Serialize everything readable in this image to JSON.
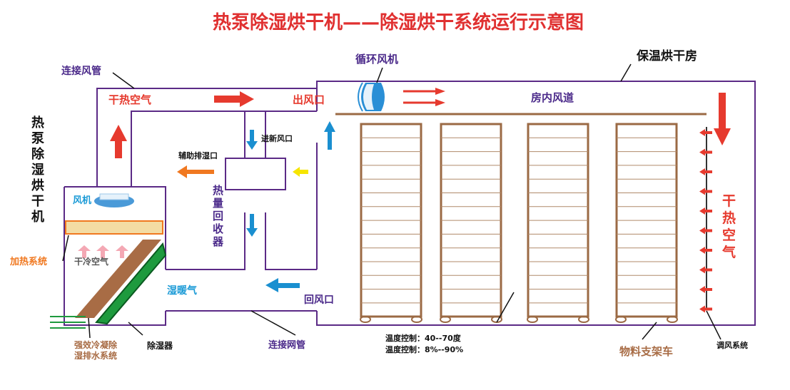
{
  "title": "热泵除湿烘干机——除湿烘干系统运行示意图",
  "labels": {
    "connect_duct": "连接风管",
    "dry_hot_air_top": "干热空气",
    "outlet": "出风口",
    "circ_fan": "循环风机",
    "insulated_room": "保温烘干房",
    "room_duct": "房内风道",
    "heat_pump_machine": "热泵除湿烘干机",
    "fresh_inlet": "进新风口",
    "aux_exhaust": "辅助排湿口",
    "heat_recovery": "热量回收器",
    "fan": "风机",
    "heating_system": "加热系统",
    "dry_cold_air": "干冷空气",
    "humid_warm_air": "湿暖气",
    "return_outlet": "回风口",
    "dehumidifier": "除湿器",
    "condense_drain": "强效冷凝除湿排水系统",
    "connect_net_duct": "连接网管",
    "temp_control": "温度控制：40--70度",
    "humidity_control": "温度控制：8%--90%",
    "material_cart": "物料支架车",
    "air_adjust": "调风系统",
    "dry_hot_air_right": "干热空气"
  },
  "colors": {
    "title": "#e03030",
    "duct": "#5b2a86",
    "red_arrow": "#e63a2e",
    "blue_arrow": "#1a8fd0",
    "rack": "#9b6a44",
    "orange": "#f07820",
    "yellow": "#f6e500",
    "cyan_text": "#1a9ad6",
    "purple_text": "#4b2a8a"
  }
}
